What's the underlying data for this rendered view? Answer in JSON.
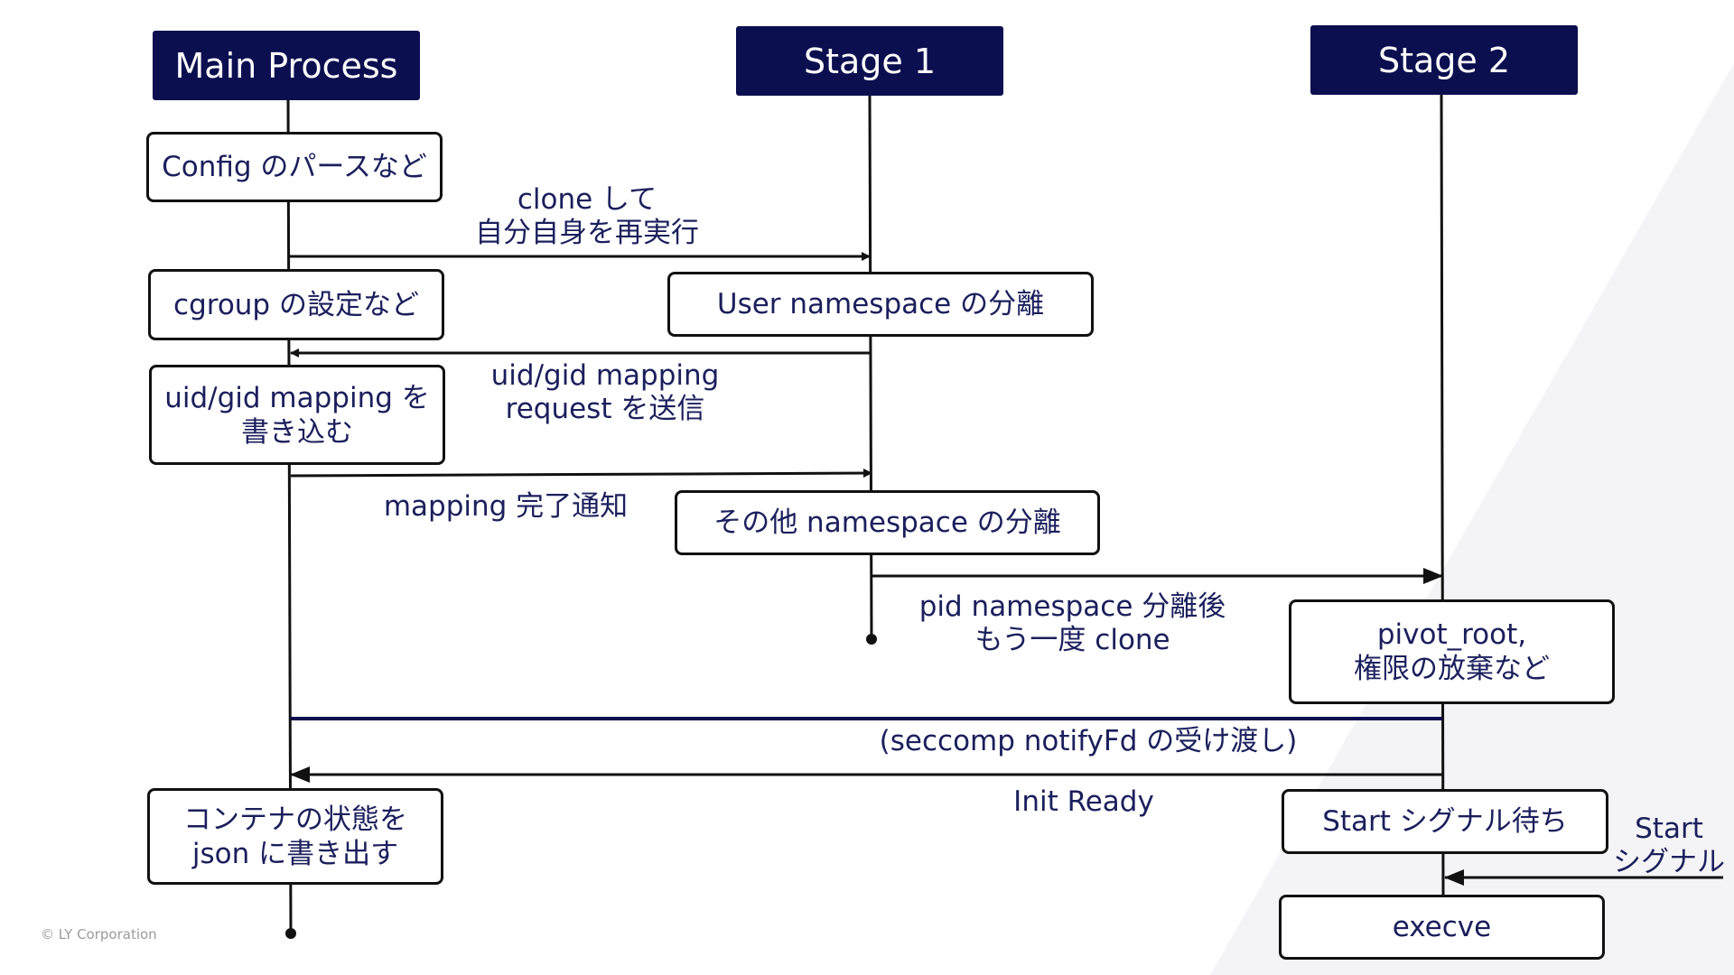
{
  "colors": {
    "header_bg": "#0c0f4f",
    "text": "#1b1f5c",
    "line": "#111111",
    "seccomp_line": "#0c0f4f",
    "background_accent": "#f4f4f6"
  },
  "headers": {
    "main": "Main Process",
    "stage1": "Stage 1",
    "stage2": "Stage 2"
  },
  "main_boxes": {
    "config": "Config のパースなど",
    "cgroup": "cgroup の設定など",
    "uidgid_line1": "uid/gid mapping を",
    "uidgid_line2": "書き込む",
    "json_line1": "コンテナの状態を",
    "json_line2": "json に書き出す"
  },
  "stage1_boxes": {
    "user_ns": "User namespace の分離",
    "other_ns": "その他 namespace の分離"
  },
  "stage2_boxes": {
    "pivot_line1": "pivot_root,",
    "pivot_line2": "権限の放棄など",
    "start_wait": "Start シグナル待ち",
    "execve": "execve"
  },
  "messages": {
    "clone_line1": "clone して",
    "clone_line2": "自分自身を再実行",
    "request_line1": "uid/gid mapping",
    "request_line2": "request を送信",
    "mapping_done": "mapping 完了通知",
    "pid_line1": "pid namespace 分離後",
    "pid_line2": "もう一度 clone",
    "seccomp": "(seccomp notifyFd の受け渡し)",
    "init_ready": "Init Ready",
    "start_signal_line1": "Start",
    "start_signal_line2": "シグナル"
  },
  "footer": "© LY Corporation"
}
